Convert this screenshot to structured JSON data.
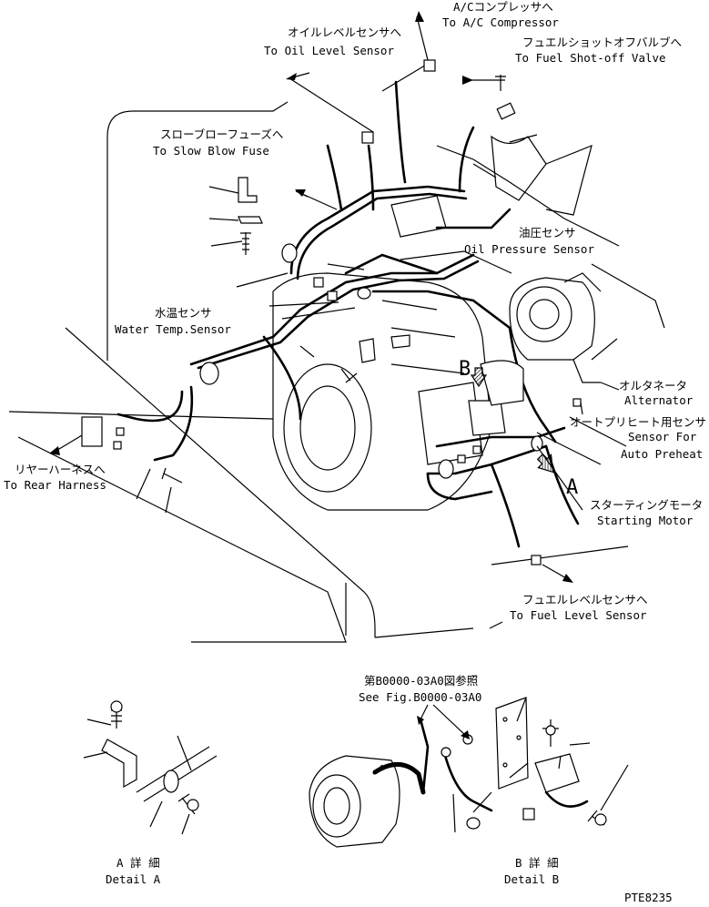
{
  "labels": {
    "oil_level": {
      "jp": "オイルレベルセンサへ",
      "en": "To Oil Level Sensor"
    },
    "ac_comp": {
      "jp": "A/Cコンプレッサへ",
      "en": "To A/C Compressor"
    },
    "fuel_shutoff": {
      "jp": "フュエルショットオフバルブへ",
      "en": "To Fuel Shot-off Valve"
    },
    "slow_blow": {
      "jp": "スローブローフューズへ",
      "en": "To Slow Blow Fuse"
    },
    "oil_pressure": {
      "jp": "油圧センサ",
      "en": "Oil Pressure Sensor"
    },
    "water_temp": {
      "jp": "水温センサ",
      "en": "Water Temp.Sensor"
    },
    "alternator": {
      "jp": "オルタネータ",
      "en": "Alternator"
    },
    "auto_preheat": {
      "jp": "オートプリヒート用センサ",
      "en1": "Sensor For",
      "en2": "Auto Preheat"
    },
    "rear_harness": {
      "jp": "リヤーハーネスへ",
      "en": "To Rear Harness"
    },
    "starting_motor": {
      "jp": "スターティングモータ",
      "en": "Starting Motor"
    },
    "fuel_level": {
      "jp": "フュエルレベルセンサへ",
      "en": "To Fuel Level Sensor"
    },
    "see_fig": {
      "jp": "第B0000-03A0図参照",
      "en": "See Fig.B0000-03A0"
    },
    "detail_a": {
      "jp": "A 詳 細",
      "en": "Detail A"
    },
    "detail_b": {
      "jp": "B 詳 細",
      "en": "Detail B"
    },
    "marker_a": "A",
    "marker_b": "B",
    "figure_id": "PTE8235"
  }
}
